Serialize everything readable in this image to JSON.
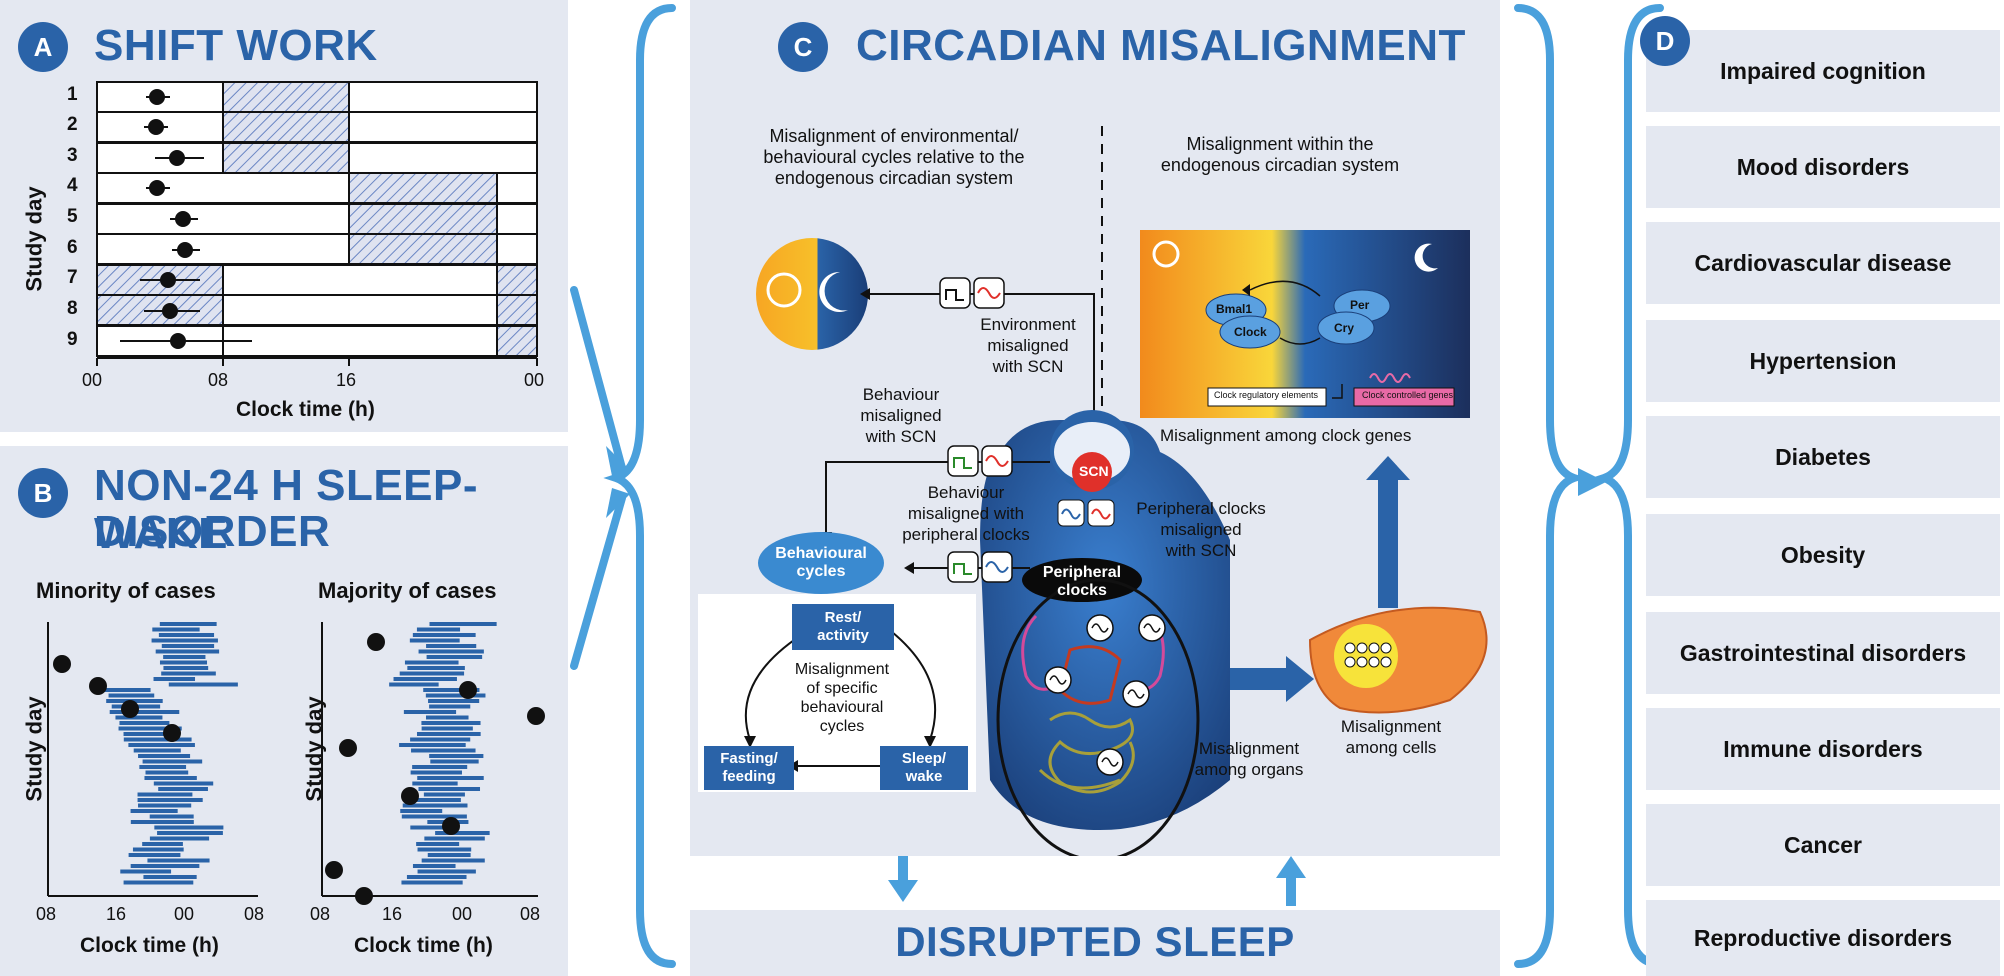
{
  "panel_a": {
    "badge": "A",
    "title": "SHIFT WORK",
    "ylabel": "Study day",
    "xlabel": "Clock time (h)",
    "xticks": [
      "00",
      "08",
      "16",
      "00"
    ],
    "days": [
      "1",
      "2",
      "3",
      "4",
      "5",
      "6",
      "7",
      "8",
      "9"
    ]
  },
  "panel_b": {
    "badge": "B",
    "title_line1": "NON-24 H SLEEP-WAKE",
    "title_line2": "DISORDER",
    "left_title": "Minority of cases",
    "right_title": "Majority of cases",
    "ylabel": "Study day",
    "xlabel": "Clock time (h)",
    "xticks": [
      "08",
      "16",
      "00",
      "08"
    ]
  },
  "panel_c": {
    "badge": "C",
    "title": "CIRCADIAN MISALIGNMENT",
    "heading_left": [
      "Misalignment of environmental/",
      "behavioural cycles relative to the",
      "endogenous circadian system"
    ],
    "heading_right": [
      "Misalignment within the",
      "endogenous circadian system"
    ],
    "env_misaligned": [
      "Environment",
      "misaligned",
      "with SCN"
    ],
    "beh_misaligned_scn": [
      "Behaviour",
      "misaligned",
      "with SCN"
    ],
    "beh_misaligned_periph": [
      "Behaviour",
      "misaligned with",
      "peripheral clocks"
    ],
    "behavioural_cycles": [
      "Behavioural",
      "cycles"
    ],
    "rest_activity": [
      "Rest/",
      "activity"
    ],
    "specific_cycles": [
      "Misalignment",
      "of specific",
      "behavioural",
      "cycles"
    ],
    "fasting_feeding": [
      "Fasting/",
      "feeding"
    ],
    "sleep_wake": [
      "Sleep/",
      "wake"
    ],
    "scn": "SCN",
    "peripheral_clocks": [
      "Peripheral",
      "clocks"
    ],
    "periph_misaligned": [
      "Peripheral clocks",
      "misaligned",
      "with SCN"
    ],
    "clock_genes_label": "Misalignment among clock genes",
    "genes": {
      "bmal1": "Bmal1",
      "clock": "Clock",
      "per": "Per",
      "cry": "Cry",
      "regulatory": "Clock regulatory elements",
      "controlled": "Clock controlled genes"
    },
    "among_organs": [
      "Misalignment",
      "among organs"
    ],
    "among_cells": [
      "Misalignment",
      "among cells"
    ]
  },
  "disrupted_sleep": "DISRUPTED SLEEP",
  "panel_d": {
    "badge": "D",
    "items": [
      "Impaired cognition",
      "Mood disorders",
      "Cardiovascular disease",
      "Hypertension",
      "Diabetes",
      "Obesity",
      "Gastrointestinal disorders",
      "Immune disorders",
      "Cancer",
      "Reproductive disorders"
    ]
  },
  "colors": {
    "accent": "#2a63a8",
    "panel": "#e4e8f1",
    "arrow": "#4aa0dc",
    "scn": "#e0302a"
  }
}
